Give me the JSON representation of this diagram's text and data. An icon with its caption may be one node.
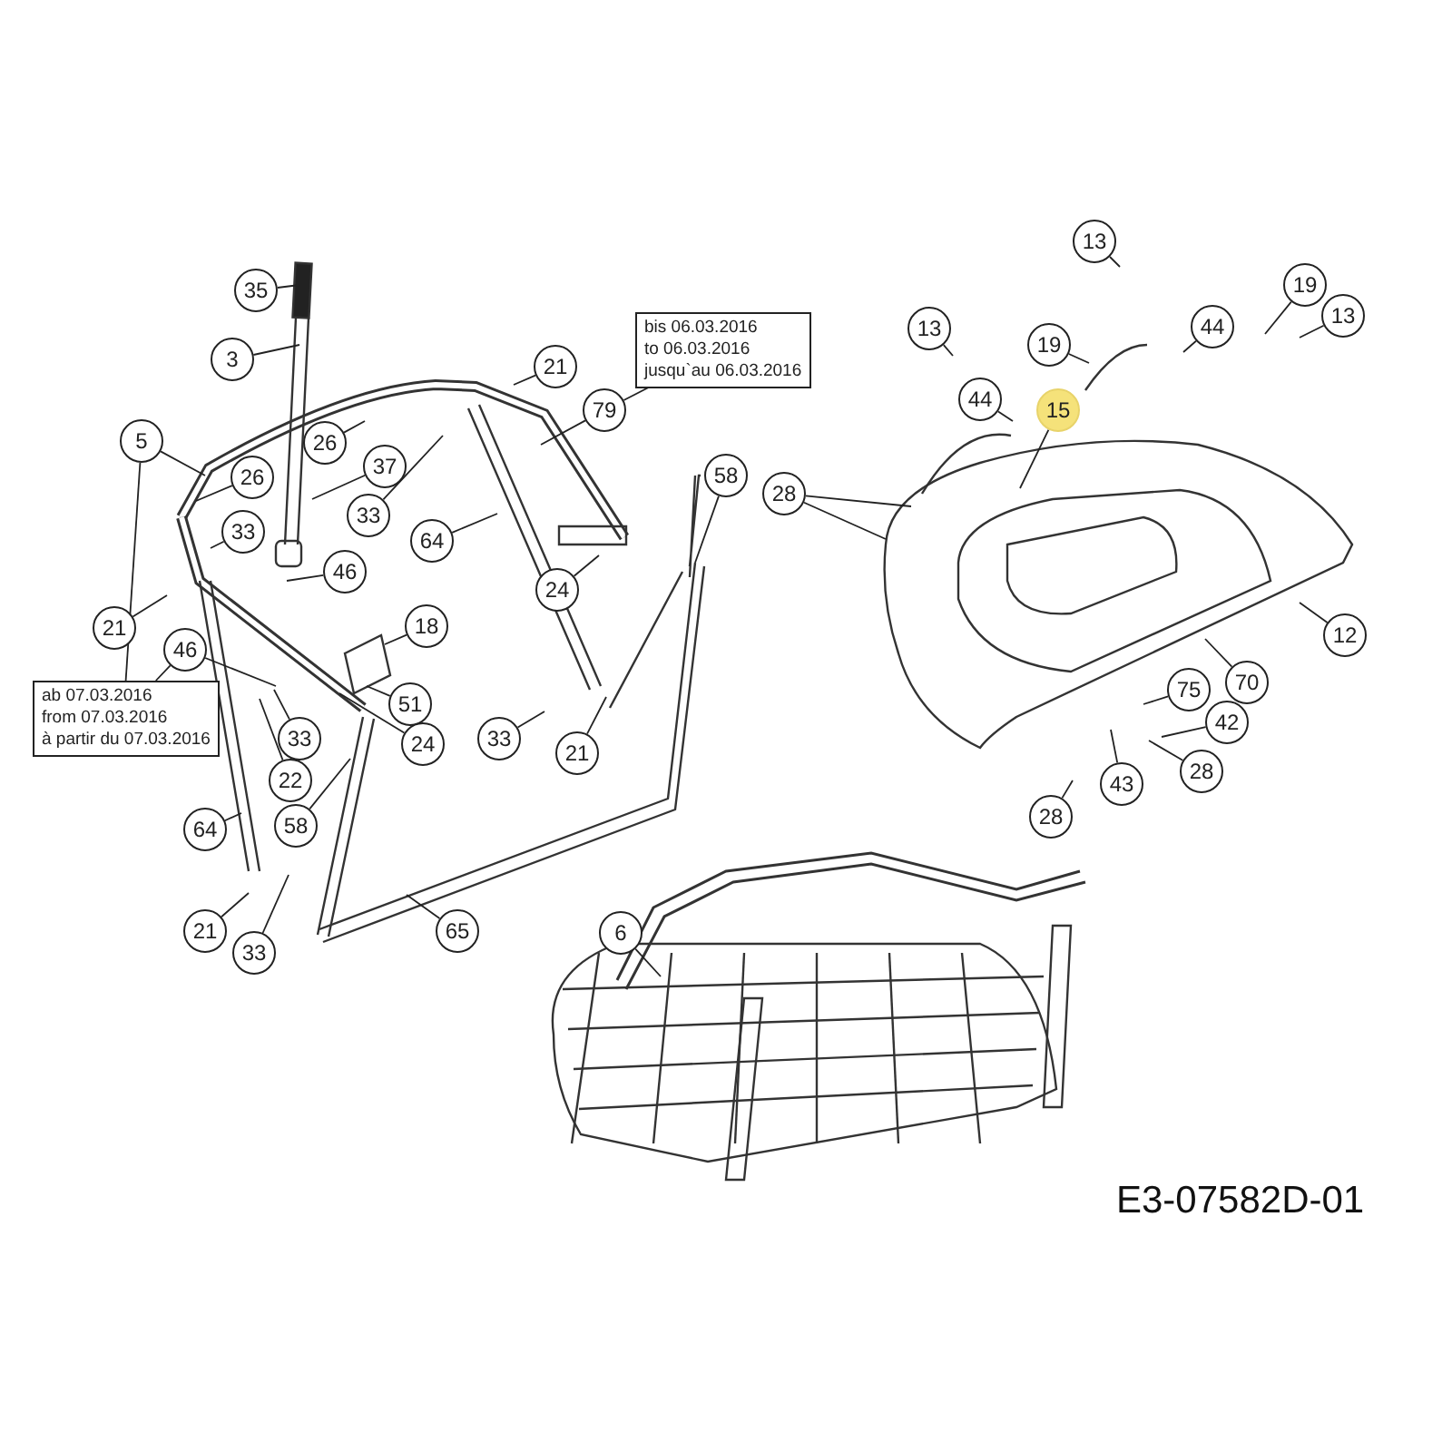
{
  "diagram": {
    "nodes": [
      {
        "text": [
          "35"
        ]
      },
      {
        "text": [
          "3"
        ]
      },
      {
        "text": [
          "5"
        ]
      },
      {
        "text": [
          "26"
        ]
      },
      {
        "text": [
          "26"
        ]
      },
      {
        "text": [
          "37"
        ]
      },
      {
        "text": [
          "21"
        ]
      },
      {
        "text": [
          "79"
        ]
      },
      {
        "text": [
          "33"
        ]
      },
      {
        "text": [
          "33"
        ]
      },
      {
        "text": [
          "64"
        ]
      },
      {
        "text": [
          "46"
        ]
      },
      {
        "text": [
          "58"
        ]
      },
      {
        "text": [
          "21"
        ]
      },
      {
        "text": [
          "18"
        ]
      },
      {
        "text": [
          "24"
        ]
      },
      {
        "text": [
          "46"
        ]
      },
      {
        "text": [
          "51"
        ]
      },
      {
        "text": [
          "24"
        ]
      },
      {
        "text": [
          "33"
        ]
      },
      {
        "text": [
          "33"
        ]
      },
      {
        "text": [
          "21"
        ]
      },
      {
        "text": [
          "22"
        ]
      },
      {
        "text": [
          "64"
        ]
      },
      {
        "text": [
          "58"
        ]
      },
      {
        "text": [
          "21"
        ]
      },
      {
        "text": [
          "33"
        ]
      },
      {
        "text": [
          "65"
        ]
      },
      {
        "text": [
          "6"
        ]
      },
      {
        "text": [
          "ab 07.03.2016",
          "from 07.03.2016",
          "à partir du 07.03.2016"
        ]
      },
      {
        "text": [
          "bis 06.03.2016",
          "to 06.03.2016",
          "jusqu`au 06.03.2016"
        ]
      },
      {
        "text": [
          "13"
        ]
      },
      {
        "text": [
          "19"
        ]
      },
      {
        "text": [
          "44"
        ]
      },
      {
        "text": [
          "13"
        ]
      },
      {
        "text": [
          "13"
        ]
      },
      {
        "text": [
          "19"
        ]
      },
      {
        "text": [
          "44"
        ]
      },
      {
        "text": [
          "15"
        ]
      },
      {
        "text": [
          "28"
        ]
      },
      {
        "text": [
          "12"
        ]
      },
      {
        "text": [
          "70"
        ]
      },
      {
        "text": [
          "75"
        ]
      },
      {
        "text": [
          "42"
        ]
      },
      {
        "text": [
          "28"
        ]
      },
      {
        "text": [
          "43"
        ]
      },
      {
        "text": [
          "28"
        ]
      }
    ],
    "edges": [
      {
        "from": 0,
        "to": null,
        "arrow": "none"
      },
      {
        "from": 1,
        "to": null,
        "arrow": "none"
      },
      {
        "from": 2,
        "to": null,
        "arrow": "none"
      },
      {
        "from": 3,
        "to": null,
        "arrow": "none"
      },
      {
        "from": 4,
        "to": null,
        "arrow": "none"
      },
      {
        "from": 5,
        "to": null,
        "arrow": "none"
      },
      {
        "from": 6,
        "to": null,
        "arrow": "none"
      },
      {
        "from": 7,
        "to": null,
        "arrow": "none"
      },
      {
        "from": 8,
        "to": null,
        "arrow": "none"
      },
      {
        "from": 9,
        "to": null,
        "arrow": "none"
      },
      {
        "from": 10,
        "to": null,
        "arrow": "none"
      },
      {
        "from": 11,
        "to": null,
        "arrow": "none"
      },
      {
        "from": 12,
        "to": null,
        "arrow": "none"
      },
      {
        "from": 13,
        "to": null,
        "arrow": "none"
      },
      {
        "from": 14,
        "to": null,
        "arrow": "none"
      },
      {
        "from": 15,
        "to": null,
        "arrow": "none"
      },
      {
        "from": 16,
        "to": null,
        "arrow": "none"
      },
      {
        "from": 17,
        "to": null,
        "arrow": "none"
      },
      {
        "from": 18,
        "to": null,
        "arrow": "none"
      },
      {
        "from": 19,
        "to": null,
        "arrow": "none"
      },
      {
        "from": 20,
        "to": null,
        "arrow": "none"
      },
      {
        "from": 21,
        "to": null,
        "arrow": "none"
      },
      {
        "from": 22,
        "to": null,
        "arrow": "none"
      },
      {
        "from": 23,
        "to": null,
        "arrow": "none"
      },
      {
        "from": 24,
        "to": null,
        "arrow": "none"
      },
      {
        "from": 25,
        "to": null,
        "arrow": "none"
      },
      {
        "from": 26,
        "to": null,
        "arrow": "none"
      },
      {
        "from": 27,
        "to": null,
        "arrow": "none"
      },
      {
        "from": 28,
        "to": null,
        "arrow": "none"
      },
      {
        "from": 2,
        "to": 29,
        "arrow": "none"
      },
      {
        "from": 16,
        "to": 29,
        "arrow": "none"
      },
      {
        "from": 30,
        "to": 7,
        "arrow": "none"
      },
      {
        "from": 31,
        "to": null,
        "arrow": "none"
      },
      {
        "from": 32,
        "to": null,
        "arrow": "none"
      },
      {
        "from": 33,
        "to": null,
        "arrow": "none"
      },
      {
        "from": 34,
        "to": null,
        "arrow": "none"
      },
      {
        "from": 35,
        "to": null,
        "arrow": "none"
      },
      {
        "from": 36,
        "to": null,
        "arrow": "none"
      },
      {
        "from": 37,
        "to": null,
        "arrow": "none"
      },
      {
        "from": 38,
        "to": null,
        "arrow": "none"
      },
      {
        "from": 39,
        "to": null,
        "arrow": "none"
      },
      {
        "from": 39,
        "to": null,
        "arrow": "none"
      },
      {
        "from": 40,
        "to": null,
        "arrow": "none"
      },
      {
        "from": 41,
        "to": null,
        "arrow": "none"
      },
      {
        "from": 42,
        "to": null,
        "arrow": "none"
      },
      {
        "from": 43,
        "to": null,
        "arrow": "none"
      },
      {
        "from": 44,
        "to": null,
        "arrow": "none"
      },
      {
        "from": 45,
        "to": null,
        "arrow": "none"
      },
      {
        "from": 46,
        "to": null,
        "arrow": "none"
      }
    ],
    "labels": [
      "E3-07582D-01"
    ]
  }
}
